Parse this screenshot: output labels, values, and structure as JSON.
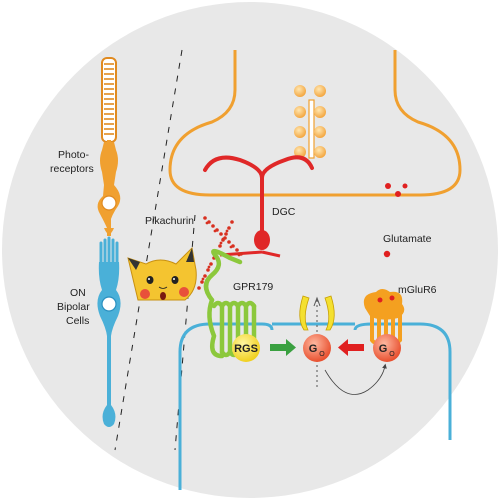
{
  "labels": {
    "photoreceptors_line1": "Photo-",
    "photoreceptors_line2": "receptors",
    "on_bipolar_line1": "ON",
    "on_bipolar_line2": "Bipolar",
    "on_bipolar_line3": "Cells",
    "pikachurin": "Pikachurin",
    "dgc": "DGC",
    "glutamate": "Glutamate",
    "gpr179": "GPR179",
    "mglur6": "mGluR6",
    "rgs": "RGS",
    "go_left_main": "G",
    "go_left_sub": "O",
    "go_right_main": "G",
    "go_right_sub": "O"
  },
  "colors": {
    "background_circle": "#e8e8e8",
    "photoreceptor": "#f0a030",
    "bipolar": "#4ab0d8",
    "dgc": "#e02828",
    "pikachurin": "#d83020",
    "gpr179": "#8cc83c",
    "rgs": "#f4e030",
    "go": "#f05a40",
    "mglur6": "#f4a020",
    "arrow_green": "#3aa040",
    "arrow_red": "#e02020",
    "glutamate": "#e02020"
  }
}
